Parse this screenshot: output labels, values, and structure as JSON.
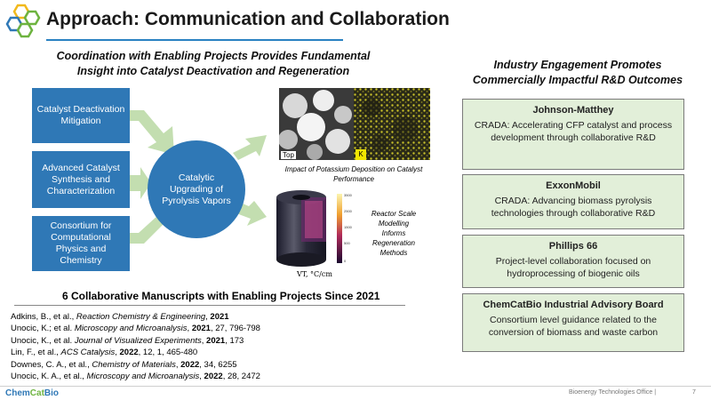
{
  "header": {
    "title": "Approach: Communication and Collaboration"
  },
  "left": {
    "heading_line1": "Coordination with Enabling Projects Provides Fundamental",
    "heading_line2": "Insight into Catalyst Deactivation and Regeneration",
    "boxes": [
      "Catalyst Deactivation Mitigation",
      "Advanced Catalyst Synthesis and Characterization",
      "Consortium for Computational Physics and Chemistry"
    ],
    "circle": "Catalytic Upgrading of Pyrolysis Vapors",
    "micro_top_label": "Top",
    "micro_k_label": "K",
    "micro_caption": "Impact of Potassium Deposition on Catalyst Performance",
    "reactor_caption": "Reactor Scale Modelling Informs Regeneration Methods",
    "vt_label": "VT, °C/cm",
    "manuscripts_heading": "6 Collaborative Manuscripts with Enabling Projects Since 2021",
    "references": [
      {
        "pre": "Adkins, B., et al., ",
        "journal": "Reaction Chemistry & Engineering",
        "sep": ", ",
        "year": "2021",
        "post": ""
      },
      {
        "pre": "Unocic, K.; et al. ",
        "journal": "Microscopy and Microanalysis",
        "sep": ", ",
        "year": "2021",
        "post": ", 27, 796-798"
      },
      {
        "pre": "Unocic, K., et al.  ",
        "journal": "Journal of Visualized Experiments",
        "sep": ", ",
        "year": "2021",
        "post": ", 173"
      },
      {
        "pre": "Lin, F., et al.,  ",
        "journal": "ACS Catalysis",
        "sep": ", ",
        "year": "2022",
        "post": ", 12, 1, 465-480"
      },
      {
        "pre": "Downes, C. A., et al., ",
        "journal": "Chemistry of Materials",
        "sep": ", ",
        "year": "2022",
        "post": ", 34, 6255"
      },
      {
        "pre": "Unocic, K. A., et al., ",
        "journal": "Microscopy and Microanalysis",
        "sep": ", ",
        "year": "2022",
        "post": ", 28, 2472"
      }
    ]
  },
  "right": {
    "heading_line1": "Industry Engagement Promotes",
    "heading_line2": "Commercially Impactful R&D Outcomes",
    "partners": [
      {
        "name": "Johnson-Matthey",
        "text": "CRADA: Accelerating CFP catalyst and process development through collaborative R&D"
      },
      {
        "name": "ExxonMobil",
        "text": "CRADA: Advancing biomass pyrolysis technologies through collaborative R&D"
      },
      {
        "name": "Phillips 66",
        "text": "Project-level collaboration focused on hydroprocessing of biogenic oils"
      },
      {
        "name": "ChemCatBio Industrial Advisory Board",
        "text": "Consortium level guidance related to the conversion of biomass and waste carbon"
      }
    ]
  },
  "footer": {
    "logo_part1": "Chem",
    "logo_part2": "Cat",
    "logo_part3": "Bio",
    "office": "Bioenergy Technologies Office  |",
    "page": "7"
  },
  "colors": {
    "primary_blue": "#2f78b6",
    "partner_green": "#e2efd9",
    "arrow_green": "#c3deb0",
    "rule_blue": "#2a82c2"
  }
}
